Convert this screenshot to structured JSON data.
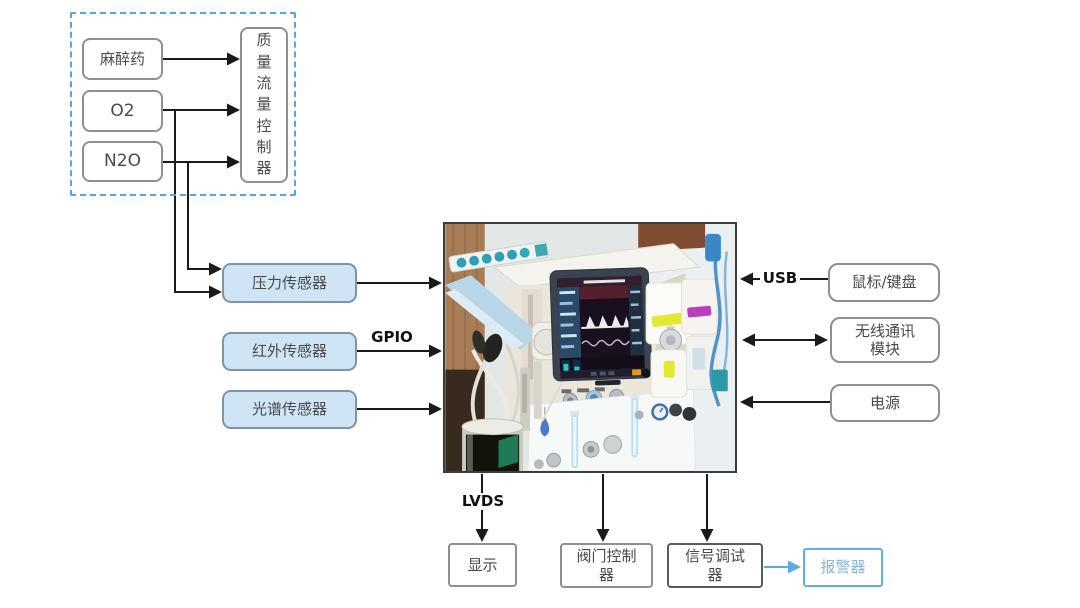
{
  "gas_panel": {
    "anesthetic": "麻醉药",
    "oxygen": "O2",
    "nitrous_oxide": "N2O",
    "flow_controller": "质量流量控制器"
  },
  "sensors": {
    "pressure": "压力传感器",
    "infrared": "红外传感器",
    "spectral": "光谱传感器"
  },
  "bus_labels": {
    "gpio": "GPIO",
    "usb": "USB",
    "lvds": "LVDS"
  },
  "peripherals": {
    "mouse_keyboard": "鼠标/键盘",
    "wireless_module": "无线通讯模块",
    "power": "电源"
  },
  "outputs": {
    "display": "显示",
    "valve_controller": "阀门控制器",
    "signal_debugger": "信号调试器",
    "alarm": "报警器"
  },
  "colors": {
    "dashed_border": "#56a6e3",
    "sensor_box_fill": "#cfe5f6",
    "box_border": "#8f8f8f",
    "box_text": "#4a4a4a",
    "alarm_accent": "#66abe4",
    "arrow": "#1a1a1a"
  }
}
